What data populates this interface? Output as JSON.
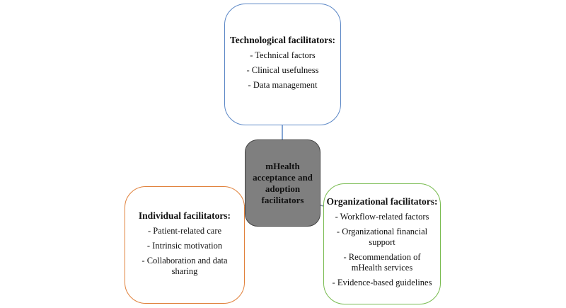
{
  "center": {
    "title": "mHealth acceptance and adoption facilitators"
  },
  "technological": {
    "title": "Technological facilitators:",
    "items": [
      "- Technical factors",
      "- Clinical usefulness",
      "- Data management"
    ]
  },
  "individual": {
    "title": "Individual facilitators:",
    "items": [
      "- Patient-related care",
      "- Intrinsic motivation",
      "- Collaboration and data sharing"
    ]
  },
  "organizational": {
    "title": "Organizational facilitators:",
    "items": [
      "- Workflow-related factors",
      "- Organizational financial support",
      "- Recommendation of mHealth services",
      "- Evidence-based guidelines"
    ]
  },
  "colors": {
    "technological_border": "#5b87c6",
    "individual_border": "#e0813b",
    "organizational_border": "#78bb4f",
    "center_fill": "#7f7f7f"
  }
}
